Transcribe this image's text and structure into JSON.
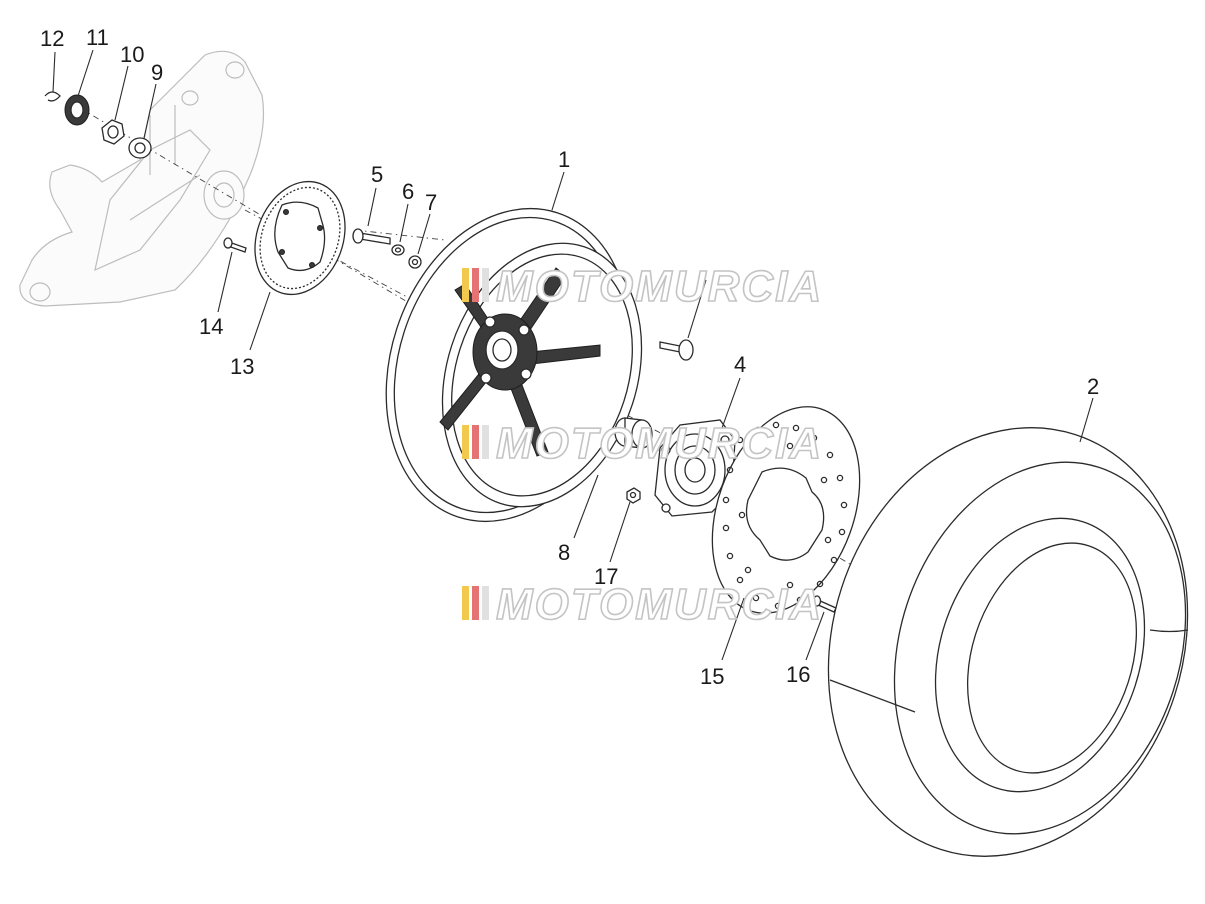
{
  "callouts": [
    {
      "id": "c1",
      "label": "1"
    },
    {
      "id": "c2",
      "label": "2"
    },
    {
      "id": "c4",
      "label": "4"
    },
    {
      "id": "c5",
      "label": "5"
    },
    {
      "id": "c6",
      "label": "6"
    },
    {
      "id": "c7",
      "label": "7"
    },
    {
      "id": "c8",
      "label": "8"
    },
    {
      "id": "c9",
      "label": "9"
    },
    {
      "id": "c10",
      "label": "10"
    },
    {
      "id": "c11",
      "label": "11"
    },
    {
      "id": "c12",
      "label": "12"
    },
    {
      "id": "c13",
      "label": "13"
    },
    {
      "id": "c14",
      "label": "14"
    },
    {
      "id": "c15",
      "label": "15"
    },
    {
      "id": "c16",
      "label": "16"
    },
    {
      "id": "c17",
      "label": "17"
    }
  ],
  "watermark": {
    "text": "MOTOMURCIA",
    "stripe_colors": [
      "#f2c94c",
      "#e57373",
      "#e0e0e0"
    ]
  }
}
